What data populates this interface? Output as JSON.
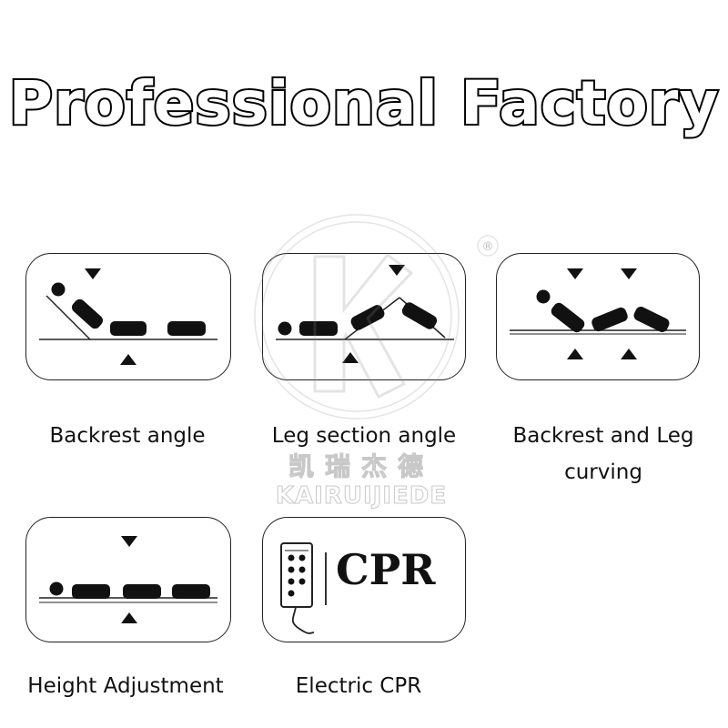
{
  "title": "Professional Factory",
  "features": [
    {
      "caption": "Backrest angle"
    },
    {
      "caption": "Leg section angle"
    },
    {
      "caption": "Backrest and Leg curving"
    },
    {
      "caption": "Height Adjustment"
    },
    {
      "caption": "Electric CPR"
    }
  ],
  "cpr_label": "CPR",
  "watermark": {
    "chinese": "凯瑞杰德",
    "latin": "KAIRUIJIEDE",
    "registered": "®"
  }
}
